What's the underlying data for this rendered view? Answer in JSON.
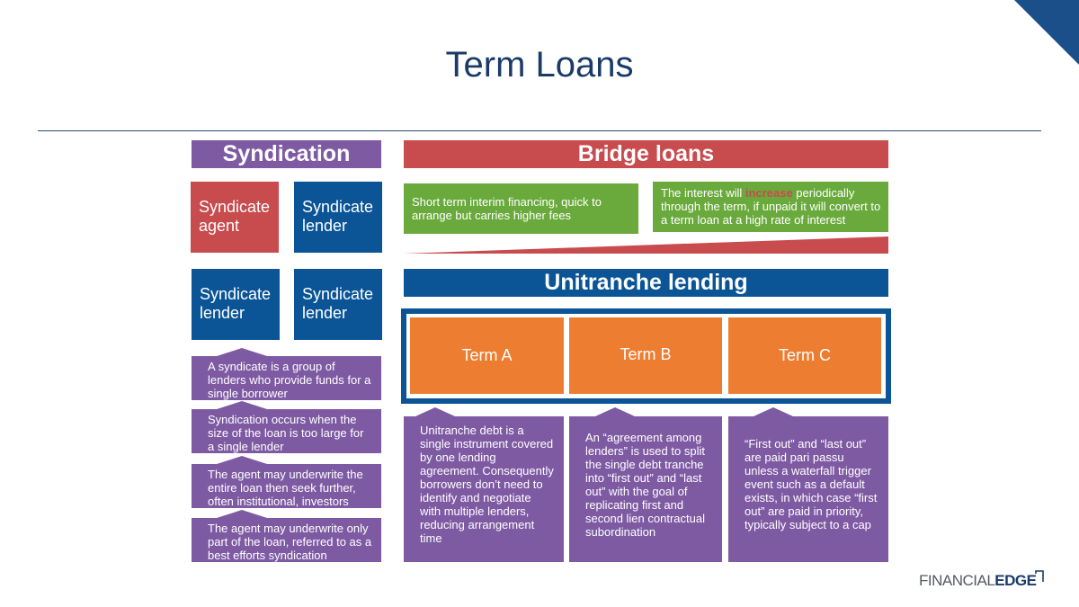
{
  "title": "Term Loans",
  "syndication": {
    "header": "Syndication",
    "tiles": [
      "Syndicate agent",
      "Syndicate lender",
      "Syndicate lender",
      "Syndicate lender"
    ],
    "notes": [
      "A syndicate is a group of lenders who provide funds for a single borrower",
      "Syndication occurs when the size of the loan is too large for a single lender",
      "The agent may underwrite the entire loan then seek further, often institutional, investors",
      "The agent may underwrite only part of the loan, referred to as a best efforts syndication"
    ]
  },
  "bridge": {
    "header": "Bridge loans",
    "left_text": "Short term interim financing, quick to arrange but carries higher fees",
    "right_before": "The interest will ",
    "right_highlight": "increase",
    "right_after": " periodically through the term, if unpaid it will convert to a term loan at a high rate of interest"
  },
  "unitranche": {
    "header": "Unitranche lending",
    "terms": [
      "Term A",
      "Term B",
      "Term C"
    ],
    "notes": [
      "Unitranche debt is a single instrument covered by one lending agreement. Consequently borrowers don’t need to identify and negotiate with multiple lenders, reducing arrangement time",
      "An “agreement among lenders” is used to split the single debt tranche into “first out” and “last out” with the goal of replicating first and second lien contractual subordination",
      "“First out” and “last out” are paid pari passu unless a waterfall trigger event such as a default exists, in which case “first out” are paid in priority, typically subject to a cap"
    ]
  },
  "logo": {
    "part1": "FINANCIAL",
    "part2": "EDGE"
  },
  "colors": {
    "purple": "#7e5aa3",
    "red": "#c84b4e",
    "blue": "#0b5597",
    "green": "#6aaa3c",
    "orange": "#ed7d31",
    "navy": "#1b3a68"
  }
}
